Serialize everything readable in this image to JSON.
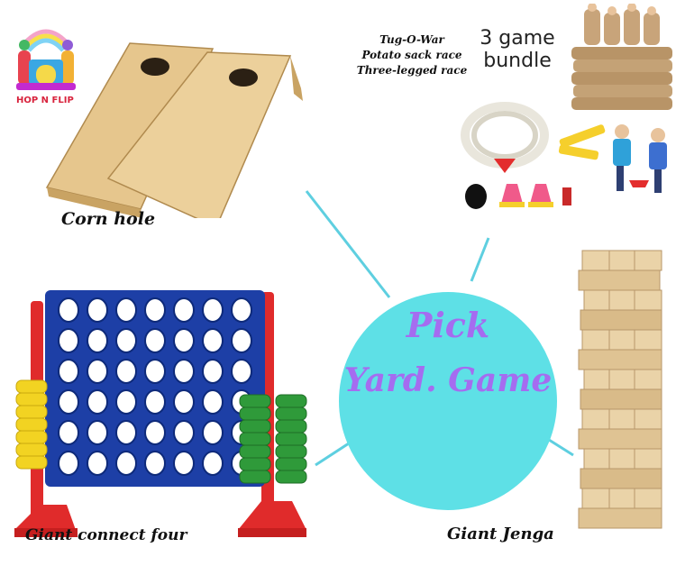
{
  "logo": {
    "text": "HOP N FLIP"
  },
  "center": {
    "line1": "Pick",
    "line2": "Yard. Game"
  },
  "items": {
    "cornhole": {
      "label": "Corn hole"
    },
    "bundle": {
      "games": [
        "Tug-O-War",
        "Potato sack race",
        "Three-legged race"
      ],
      "title_line1": "3 game",
      "title_line2": "bundle"
    },
    "connect_four": {
      "label": "Giant connect four"
    },
    "jenga": {
      "label": "Giant Jenga"
    }
  },
  "colors": {
    "circle": "#5ee0e6",
    "title": "#a56cf0",
    "connector": "#5ecfe0"
  }
}
